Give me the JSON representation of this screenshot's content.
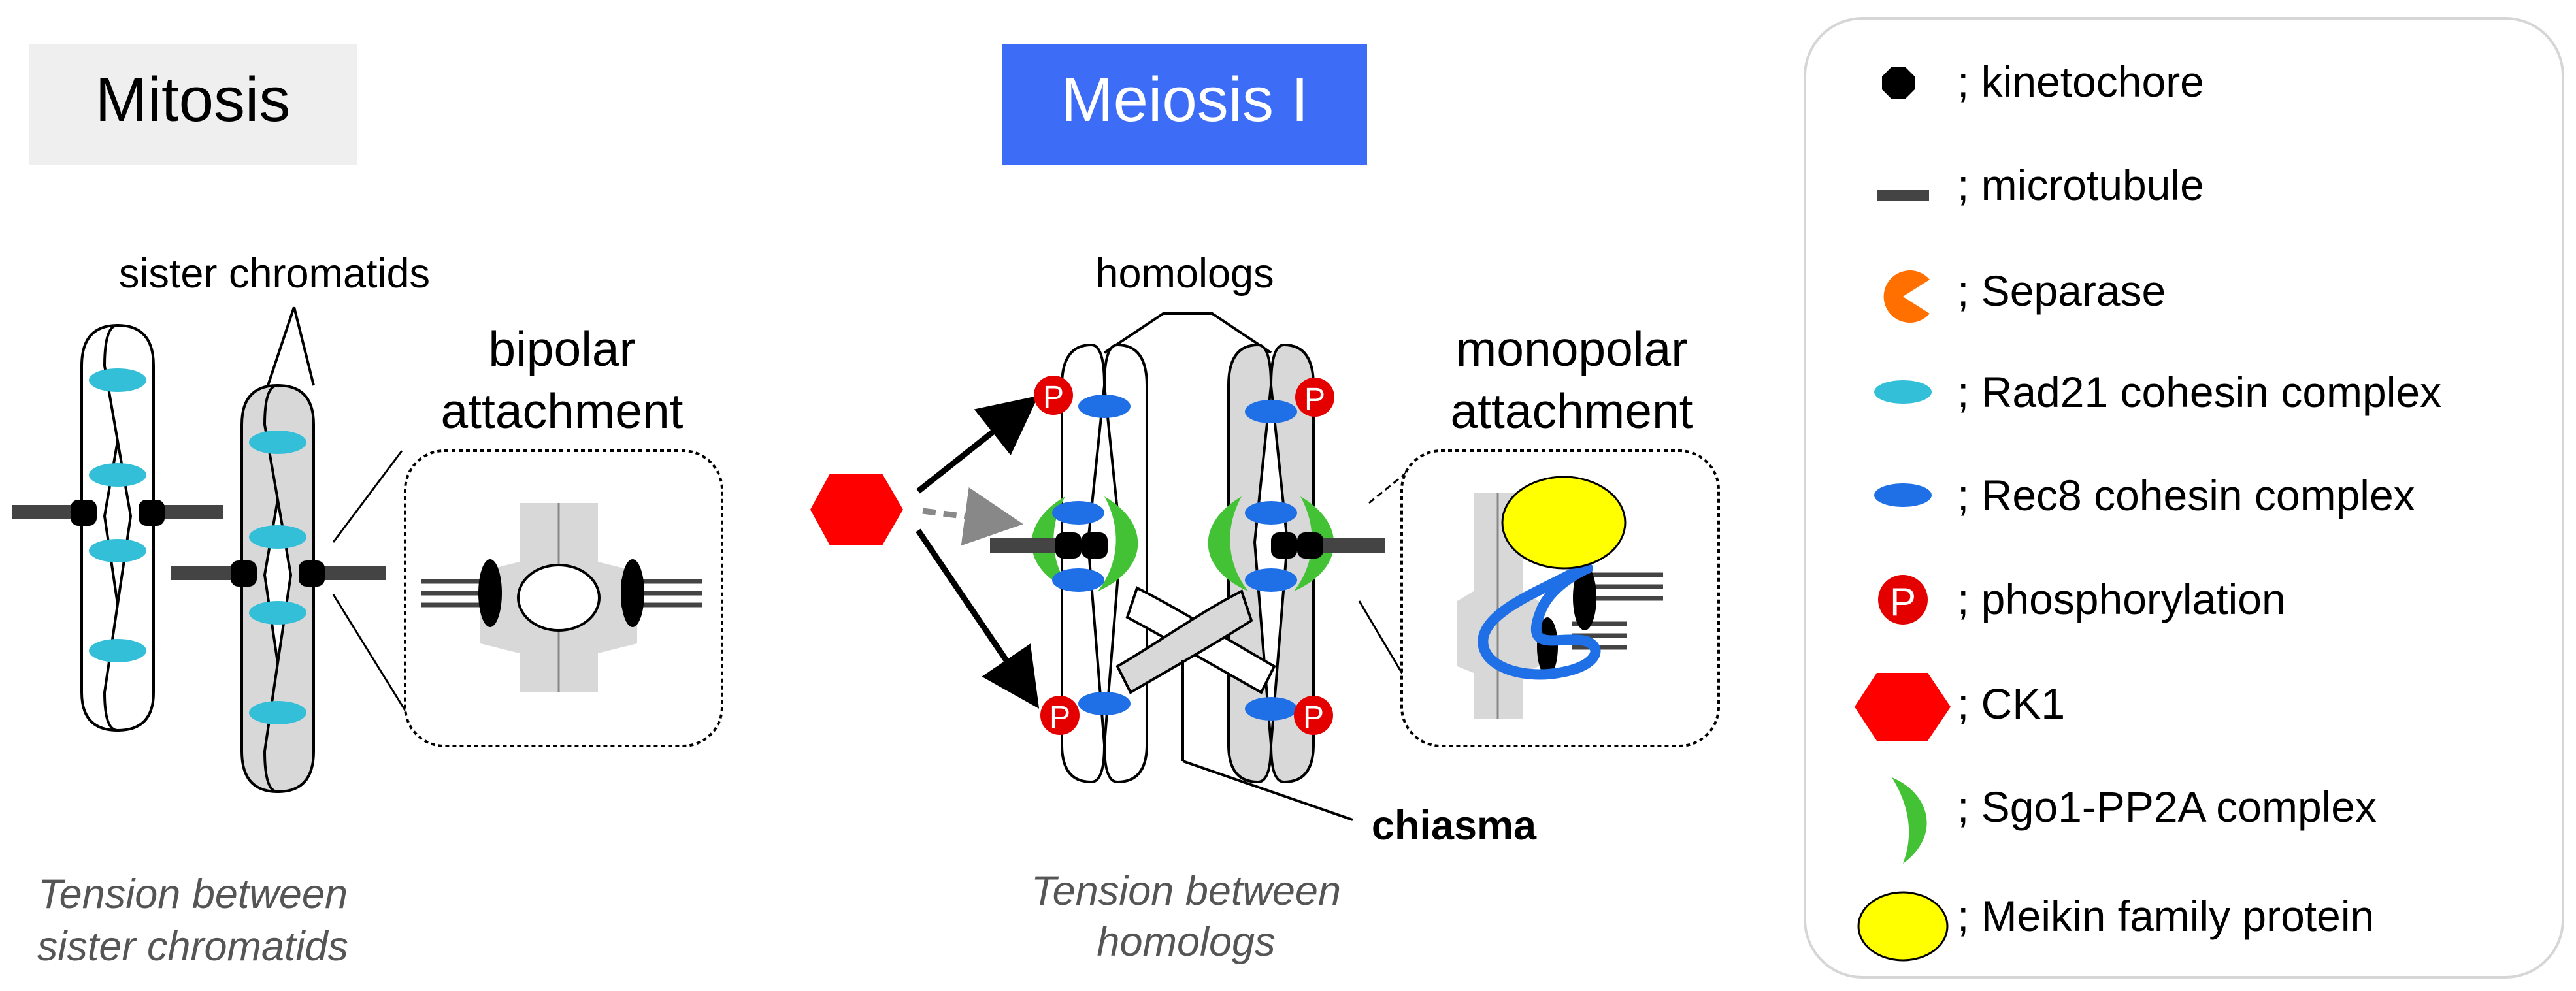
{
  "mitosis": {
    "title": "Mitosis",
    "sister_label": "sister chromatids",
    "attachment_line1": "bipolar",
    "attachment_line2": "attachment",
    "caption_line1": "Tension between",
    "caption_line2": "sister chromatids"
  },
  "meiosis": {
    "title": "Meiosis I",
    "homologs_label": "homologs",
    "attachment_line1": "monopolar",
    "attachment_line2": "attachment",
    "chiasma_label": "chiasma",
    "caption_line1": "Tension between",
    "caption_line2": "homologs",
    "phospho_symbol": "P"
  },
  "legend": {
    "items": [
      {
        "icon": "kinetochore-icon",
        "label": "; kinetochore"
      },
      {
        "icon": "microtubule-icon",
        "label": "; microtubule"
      },
      {
        "icon": "separase-icon",
        "label": "; Separase"
      },
      {
        "icon": "rad21-cohesin-icon",
        "label": "; Rad21 cohesin complex"
      },
      {
        "icon": "rec8-cohesin-icon",
        "label": "; Rec8 cohesin complex"
      },
      {
        "icon": "phosphorylation-icon",
        "label": "; phosphorylation",
        "symbol": "P"
      },
      {
        "icon": "ck1-icon",
        "label": "; CK1"
      },
      {
        "icon": "sgo1-pp2a-icon",
        "label": "; Sgo1-PP2A complex"
      },
      {
        "icon": "meikin-icon",
        "label": "; Meikin family protein"
      }
    ]
  },
  "colors": {
    "mitosis_title_bg": "#efefef",
    "meiosis_title_bg": "#3d6df7",
    "rad21": "#33bfd8",
    "rec8": "#1f6fe6",
    "phospho": "#e50000",
    "ck1": "#ff0000",
    "sgo1": "#44c235",
    "meikin": "#ffff00",
    "separase": "#ff7000",
    "chromatid_fill": "#d8d8d8",
    "caption": "#555555"
  }
}
